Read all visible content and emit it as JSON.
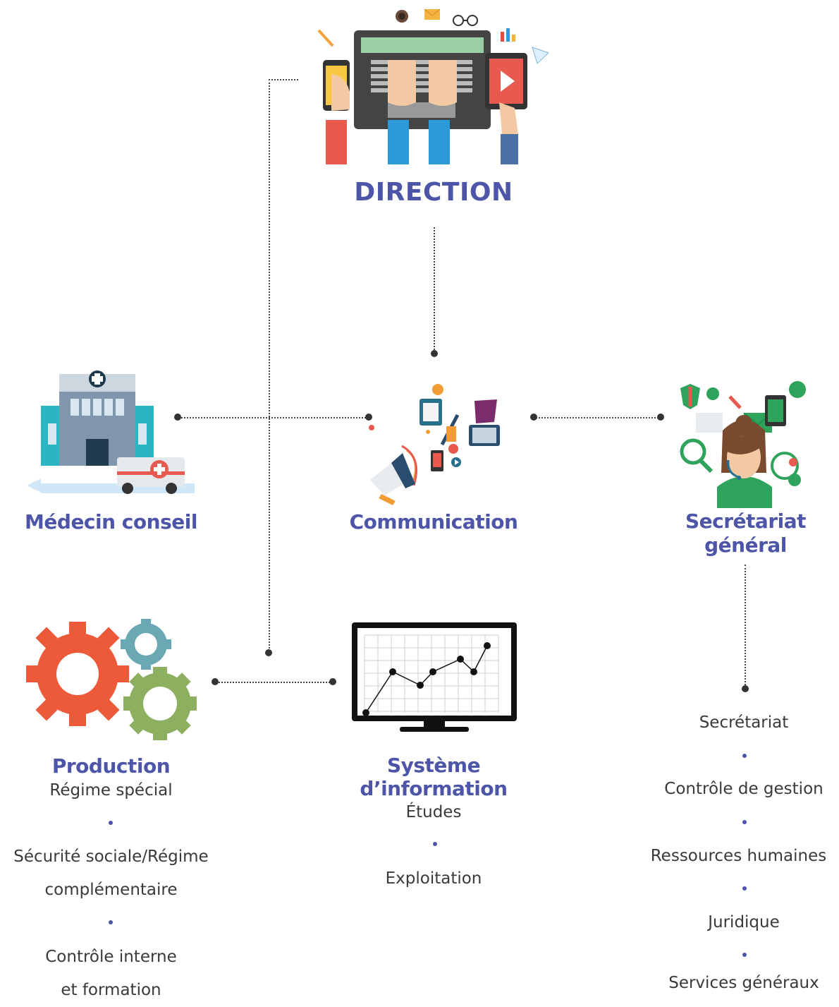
{
  "direction": {
    "title": "DIRECTION"
  },
  "communication": {
    "title": "Communication"
  },
  "medecin": {
    "title": "Médecin conseil"
  },
  "secretariat_general": {
    "title_line1": "Secrétariat",
    "title_line2": "général",
    "items": [
      "Secrétariat",
      "Contrôle de gestion",
      "Ressources humaines",
      "Juridique",
      "Services généraux"
    ]
  },
  "production": {
    "title": "Production",
    "items": [
      "Régime spécial",
      "Sécurité sociale/Régime",
      "complémentaire",
      "Contrôle interne",
      "et formation"
    ]
  },
  "systeme": {
    "title_line1": "Système",
    "title_line2": "d’information",
    "items": [
      "Études",
      "Exploitation"
    ]
  },
  "colors": {
    "title": "#4d55a8",
    "text": "#3a3a3a",
    "connector": "#444444"
  }
}
